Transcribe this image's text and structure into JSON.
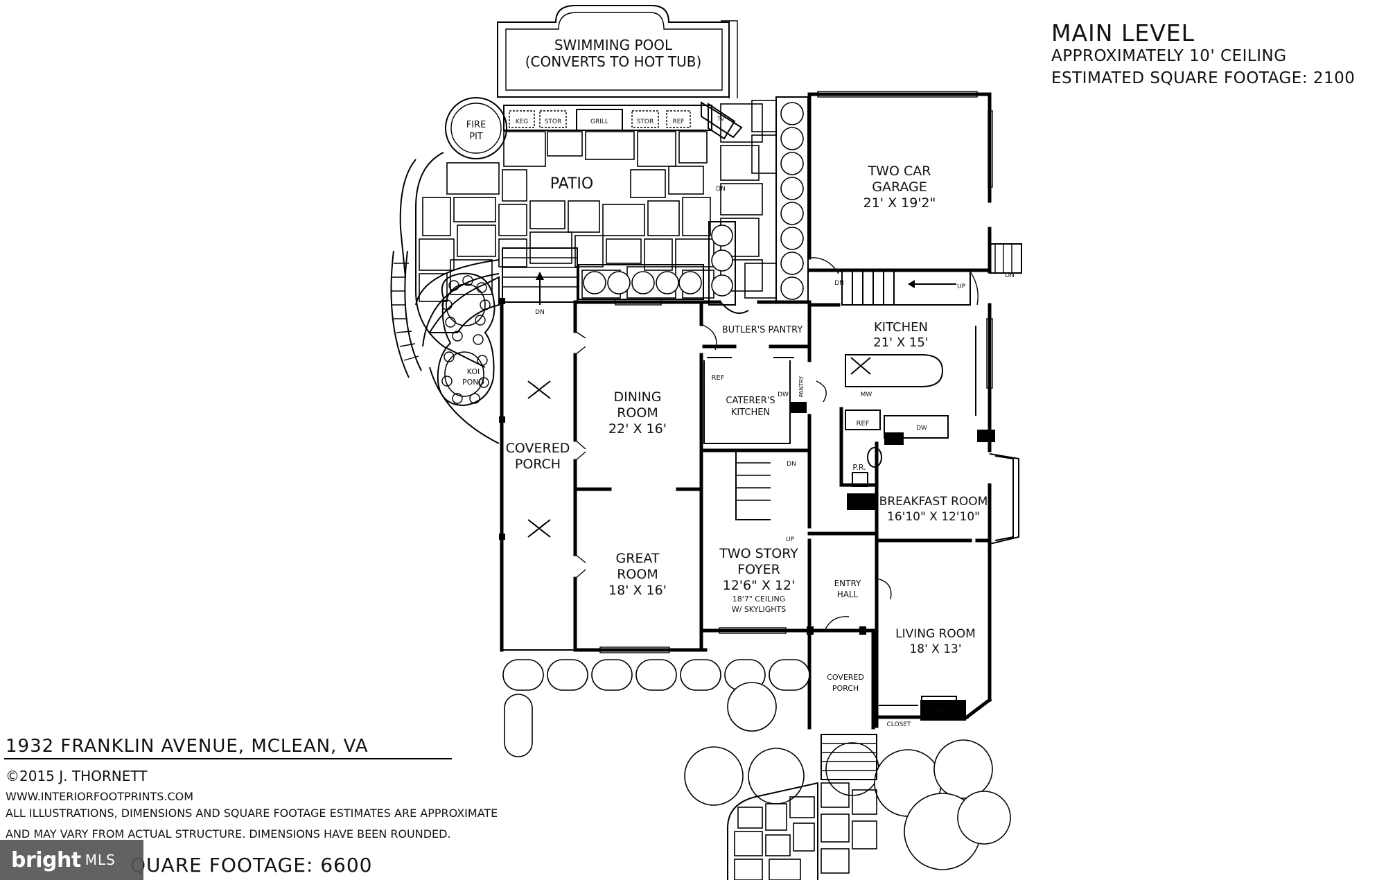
{
  "header": {
    "title": "MAIN LEVEL",
    "ceiling": "APPROXIMATELY 10' CEILING",
    "square_footage": "ESTIMATED SQUARE FOOTAGE: 2100"
  },
  "footer": {
    "address": "1932 FRANKLIN AVENUE, MCLEAN, VA",
    "copyright": "©2015 J.  THORNETT",
    "website": "WWW.INTERIORFOOTPRINTS.COM",
    "disclaimer_1": "ALL ILLUSTRATIONS, DIMENSIONS AND SQUARE FOOTAGE ESTIMATES ARE APPROXIMATE",
    "disclaimer_2": "AND MAY VARY FROM ACTUAL STRUCTURE. DIMENSIONS HAVE BEEN ROUNDED.",
    "total_partial": "QUARE FOOTAGE: 6600"
  },
  "watermark": {
    "brand": "bright",
    "suffix": "MLS"
  },
  "rooms": {
    "pool_1": "SWIMMING POOL",
    "pool_2": "(CONVERTS TO HOT TUB)",
    "fire_1": "FIRE",
    "fire_2": "PIT",
    "keg": "KEG",
    "stor1": "STOR",
    "grill": "GRILL",
    "stor2": "STOR",
    "ref_out": "REF",
    "tv": "TV",
    "patio": "PATIO",
    "patio_dn": "DN",
    "koi_1": "KOI",
    "koi_2": "POND",
    "stairs_dn": "DN",
    "covered_porch_1": "COVERED",
    "covered_porch_2": "PORCH",
    "dining_1": "DINING",
    "dining_2": "ROOM",
    "dining_dim": "22' X 16'",
    "great_1": "GREAT",
    "great_2": "ROOM",
    "great_dim": "18' X 16'",
    "butlers": "BUTLER'S PANTRY",
    "ref_cat": "REF",
    "dw_cat": "DW",
    "pantry": "PANTRY",
    "caterers_1": "CATERER'S",
    "caterers_2": "KITCHEN",
    "foyer_dn": "DN",
    "foyer_up": "UP",
    "foyer_1": "TWO STORY",
    "foyer_2": "FOYER",
    "foyer_dim": "12'6\" X 12'",
    "foyer_ceiling": "18'7\" CEILING",
    "foyer_sky": "W/ SKYLIGHTS",
    "garage_1": "TWO CAR",
    "garage_2": "GARAGE",
    "garage_dim": "21' X 19'2\"",
    "garage_dn_left": "DN",
    "garage_up": "UP",
    "garage_dn_right": "DN",
    "kitchen": "KITCHEN",
    "kitchen_dim": "21' X 15'",
    "mw": "MW",
    "ref_k": "REF",
    "dw_k": "DW",
    "pr": "P.R.",
    "breakfast": "BREAKFAST ROOM",
    "breakfast_dim": "16'10\" X 12'10\"",
    "entry_1": "ENTRY",
    "entry_2": "HALL",
    "living": "LIVING ROOM",
    "living_dim": "18' X 13'",
    "front_porch_1": "COVERED",
    "front_porch_2": "PORCH",
    "closet": "CLOSET",
    "fp": "FP"
  }
}
